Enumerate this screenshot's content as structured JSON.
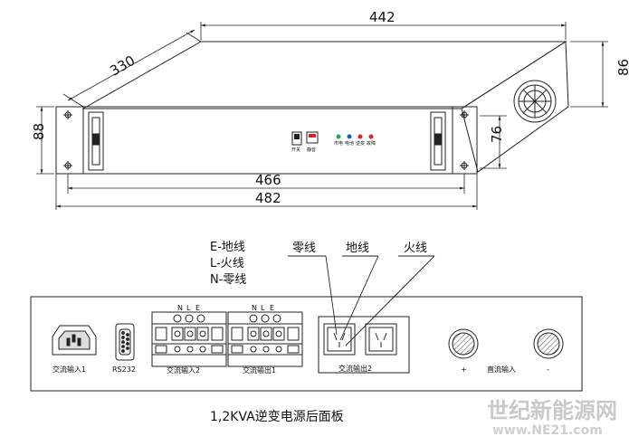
{
  "dimensions": {
    "top_width": "442",
    "depth": "330",
    "side_height": "86",
    "front_height": "88",
    "panel_height": "76",
    "inner_width": "466",
    "outer_width": "482"
  },
  "front_panel": {
    "indicator_labels": [
      "市电",
      "电池",
      "逆变",
      "故障"
    ],
    "switch_labels": [
      "开关",
      "静音"
    ]
  },
  "legend": {
    "line_e": "E-地线",
    "line_l": "L-火线",
    "line_n": "N-零线"
  },
  "wire_callouts": {
    "neutral": "零线",
    "ground": "地线",
    "live": "火线"
  },
  "rear_panel": {
    "ac_input_1": "交流输入1",
    "rs232": "RS232",
    "terminal_header": [
      "N",
      "L",
      "E"
    ],
    "ac_input_2": "交流输入2",
    "ac_output_1": "交流输出1",
    "ac_output_2": "交流输出2",
    "dc_plus": "+",
    "dc_input": "直流输入",
    "dc_minus": "-"
  },
  "caption": "1,2KVA逆变电源后面板",
  "watermark": {
    "main": "世纪新能源网",
    "url": "www.NE21.com"
  },
  "colors": {
    "line": "#222222",
    "switch_red": "#d9222a",
    "led_green": "#2fa84a",
    "led_blue": "#2456c8",
    "led_red": "#d42a2a",
    "hatch": "#666666"
  }
}
